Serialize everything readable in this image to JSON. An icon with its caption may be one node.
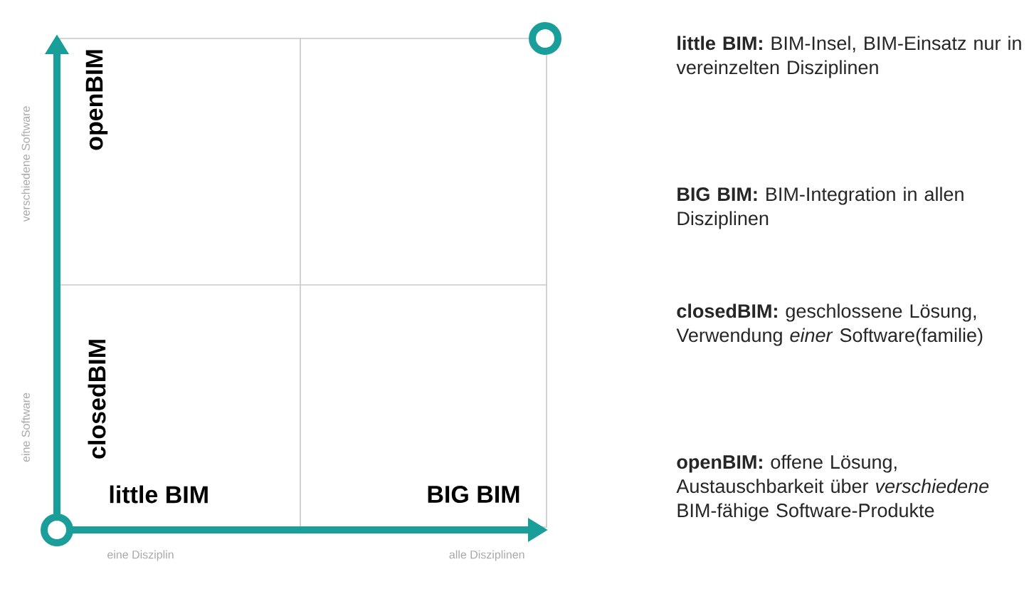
{
  "diagram": {
    "labels": [
      "verschiedene Software",
      "openBIM",
      "eine Software",
      "closedBIM",
      "little BIM",
      "BIG BIM",
      "eine Disziplin",
      "alle Disziplinen",
      "**little BIM:** BIM-Insel, BIM-Einsatz nur in vereinzelten Disziplinen",
      "**BIG BIM:** BIM-Integration in allen Disziplinen",
      "**closedBIM:** geschlossene Lösung, Verwendung *einer* Software(familie)",
      "**openBIM:** offene Lösung, Austauschbarkeit über *verschiedene* BIM-fähige Software-Produkte"
    ]
  }
}
